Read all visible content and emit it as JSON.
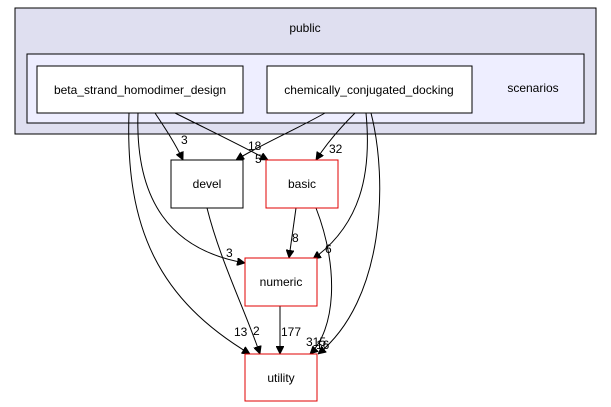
{
  "diagram": {
    "clusters": {
      "outer": {
        "label": "public",
        "fill": "#dfdff0",
        "stroke": "#000000"
      },
      "inner": {
        "label": "scenarios",
        "fill": "#eeeeff",
        "stroke": "#000000"
      }
    },
    "nodes": {
      "beta": {
        "label": "beta_strand_homodimer_design",
        "stroke": "#000000"
      },
      "chem": {
        "label": "chemically_conjugated_docking",
        "stroke": "#000000"
      },
      "devel": {
        "label": "devel",
        "stroke": "#000000"
      },
      "basic": {
        "label": "basic",
        "stroke": "#e00000"
      },
      "numeric": {
        "label": "numeric",
        "stroke": "#e00000"
      },
      "utility": {
        "label": "utility",
        "stroke": "#e00000"
      }
    },
    "edges": {
      "beta_devel": "3",
      "beta_basic": "18",
      "chem_devel": "5",
      "chem_basic": "32",
      "chem_numeric": "6",
      "beta_numeric": "3",
      "basic_numeric": "8",
      "beta_utility": "13",
      "devel_utility": "2",
      "numeric_utility": "177",
      "basic_utility": "315",
      "chem_utility": "16"
    }
  }
}
